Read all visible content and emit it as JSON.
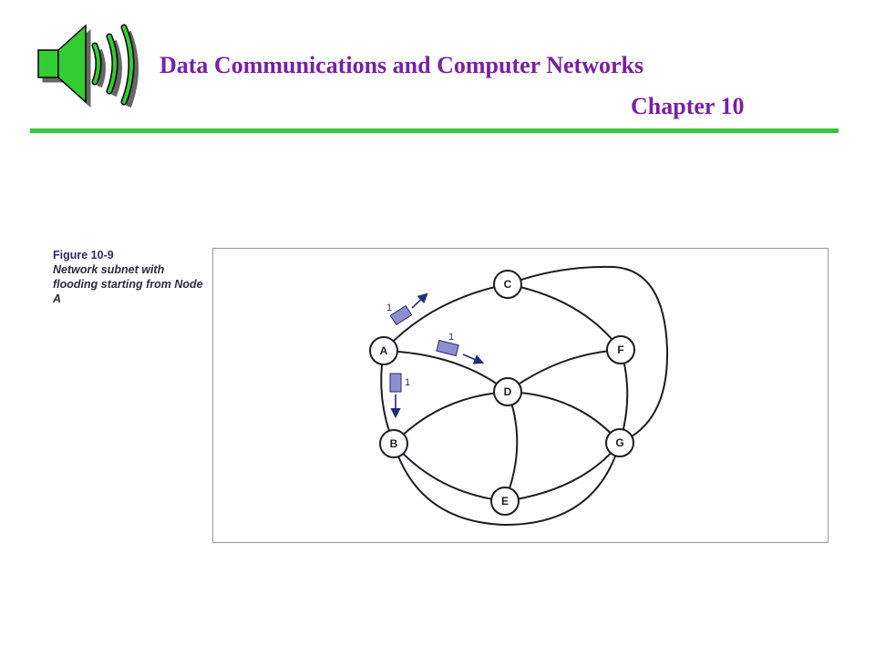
{
  "header": {
    "title": "Data Communications and Computer Networks",
    "chapter": "Chapter 10"
  },
  "figure": {
    "label": "Figure 10-9",
    "caption": "Network subnet with flooding starting from Node A"
  },
  "diagram": {
    "nodes": [
      "A",
      "B",
      "C",
      "D",
      "E",
      "F",
      "G"
    ],
    "edges": [
      [
        "A",
        "C"
      ],
      [
        "A",
        "D"
      ],
      [
        "A",
        "B"
      ],
      [
        "B",
        "D"
      ],
      [
        "B",
        "E"
      ],
      [
        "B",
        "G"
      ],
      [
        "C",
        "F"
      ],
      [
        "C",
        "G"
      ],
      [
        "D",
        "F"
      ],
      [
        "D",
        "E"
      ],
      [
        "D",
        "G"
      ],
      [
        "E",
        "G"
      ],
      [
        "F",
        "G"
      ]
    ],
    "packets": [
      {
        "label": "1",
        "from": "A",
        "toward": "C"
      },
      {
        "label": "1",
        "from": "A",
        "toward": "D"
      },
      {
        "label": "1",
        "from": "A",
        "toward": "B"
      }
    ]
  },
  "colors": {
    "title": "#7a1fa3",
    "rule": "#39c639",
    "speaker": "#33cc33",
    "packet_fill": "#8e8fd0",
    "arrow": "#1f2f7a"
  },
  "icons": {
    "speaker": "speaker-icon"
  }
}
